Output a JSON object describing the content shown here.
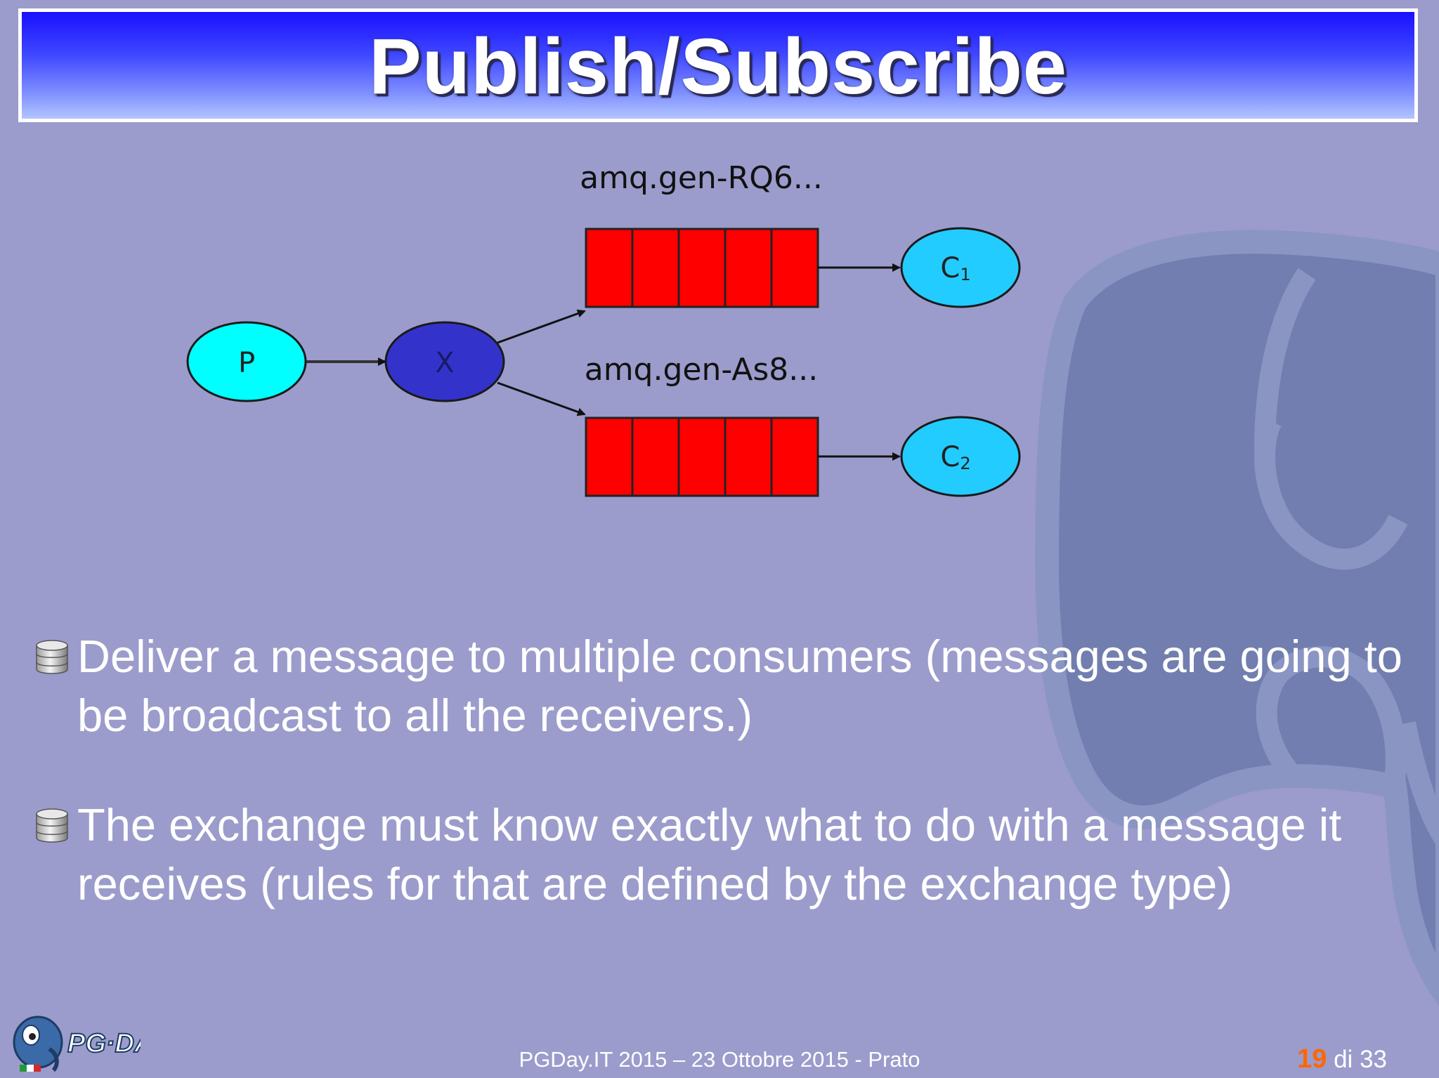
{
  "slide": {
    "title": "Publish/Subscribe",
    "background_color": "#9b9ccc",
    "title_gradient": [
      "#1a10ff",
      "#b3c5ff"
    ]
  },
  "diagram": {
    "producer": {
      "label": "P",
      "color": "#00ffff"
    },
    "exchange": {
      "label": "X",
      "color": "#3333cc"
    },
    "queues": [
      {
        "label": "amq.gen-RQ6...",
        "color": "#ff0000",
        "slots": 5
      },
      {
        "label": "amq.gen-As8...",
        "color": "#ff0000",
        "slots": 5
      }
    ],
    "consumers": [
      {
        "label": "C",
        "subscript": "1",
        "color": "#22ccff"
      },
      {
        "label": "C",
        "subscript": "2",
        "color": "#22ccff"
      }
    ]
  },
  "bullets": [
    {
      "text": "Deliver a message to multiple consumers (messages are going to be broadcast to all the receivers.)",
      "icon": "database-stack-icon"
    },
    {
      "text": "The exchange must know exactly what to do with a message it receives (rules for that are defined by the exchange type)",
      "icon": "database-stack-icon"
    }
  ],
  "footer": {
    "text": "PGDay.IT 2015 – 23 Ottobre 2015 - Prato",
    "page_current": "19",
    "page_sep": "di",
    "page_total": "33",
    "page_current_color": "#ff6600"
  },
  "logo": {
    "text": "PG·DAY",
    "icon": "pgday-elephant-logo-icon"
  }
}
